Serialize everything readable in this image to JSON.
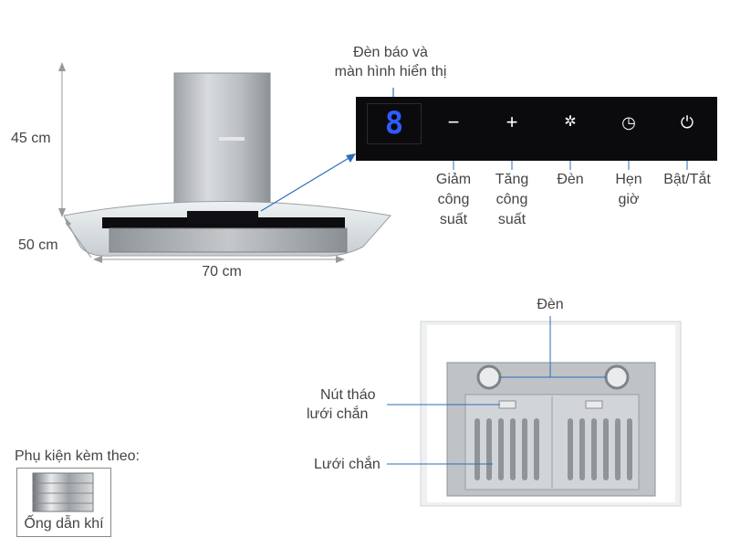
{
  "display_callout": {
    "line1": "Đèn báo và",
    "line2": "màn hình hiển thị"
  },
  "panel": {
    "digit": "8",
    "buttons": [
      {
        "icon": "minus-icon",
        "glyph": "−",
        "label_lines": [
          "Giảm",
          "công",
          "suất"
        ]
      },
      {
        "icon": "plus-icon",
        "glyph": "+",
        "label_lines": [
          "Tăng",
          "công",
          "suất"
        ]
      },
      {
        "icon": "light-icon",
        "glyph": "✲",
        "label_lines": [
          "Đèn"
        ]
      },
      {
        "icon": "timer-icon",
        "glyph": "◷",
        "label_lines": [
          "Hẹn",
          "giờ"
        ]
      },
      {
        "icon": "power-icon",
        "glyph": "⏻",
        "label_lines": [
          "Bật/Tắt"
        ]
      }
    ]
  },
  "dimensions": {
    "height": "45 cm",
    "depth": "50 cm",
    "width": "70 cm"
  },
  "bottom_view": {
    "light_label": "Đèn",
    "filter_release_label": [
      "Nút tháo",
      "lưới chắn"
    ],
    "filter_label": "Lưới chắn"
  },
  "accessory": {
    "heading": "Phụ kiện kèm theo:",
    "item": "Ống dẫn khí"
  },
  "colors": {
    "panel": "#0b0b0d",
    "display": "#2f5cff",
    "callout_line": "#2a6fb8"
  }
}
